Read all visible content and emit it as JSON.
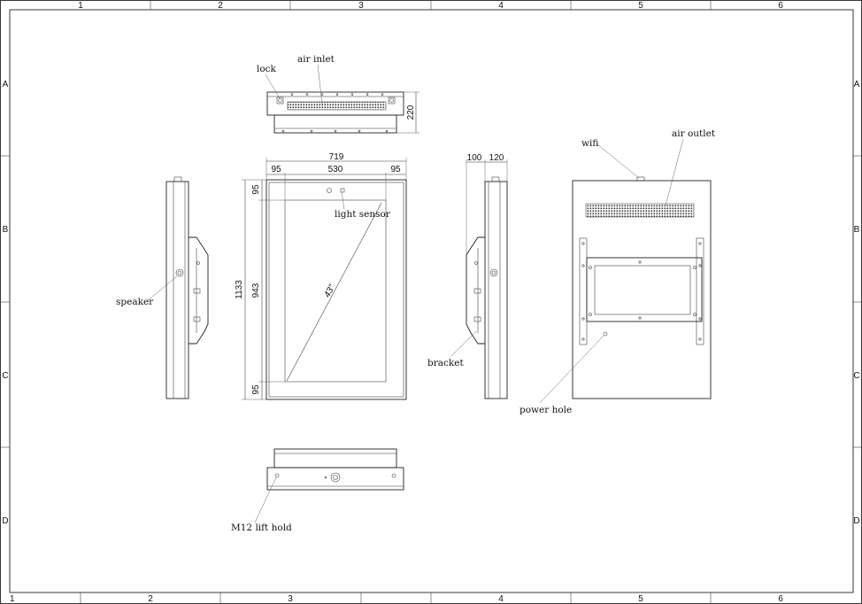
{
  "frame": {
    "columns": [
      "1",
      "2",
      "3",
      "4",
      "5",
      "6"
    ],
    "rows": [
      "A",
      "B",
      "C",
      "D"
    ]
  },
  "dimensions": {
    "top_depth": "220",
    "overall_width": "719",
    "bezel_left": "95",
    "inner_width": "530",
    "bezel_right": "95",
    "overall_height": "1133",
    "bezel_top": "95",
    "inner_height": "943",
    "bezel_bottom": "95",
    "diagonal": "43\"",
    "side_depth_a": "100",
    "side_depth_b": "120"
  },
  "labels": {
    "lock": "lock",
    "air_inlet": "air inlet",
    "light_sensor": "light sensor",
    "speaker": "speaker",
    "bracket": "bracket",
    "wifi": "wifi",
    "air_outlet": "air outlet",
    "power_hole": "power hole",
    "lift_hold": "M12 lift hold"
  },
  "colors": {
    "line": "#222222",
    "background": "#ffffff"
  }
}
